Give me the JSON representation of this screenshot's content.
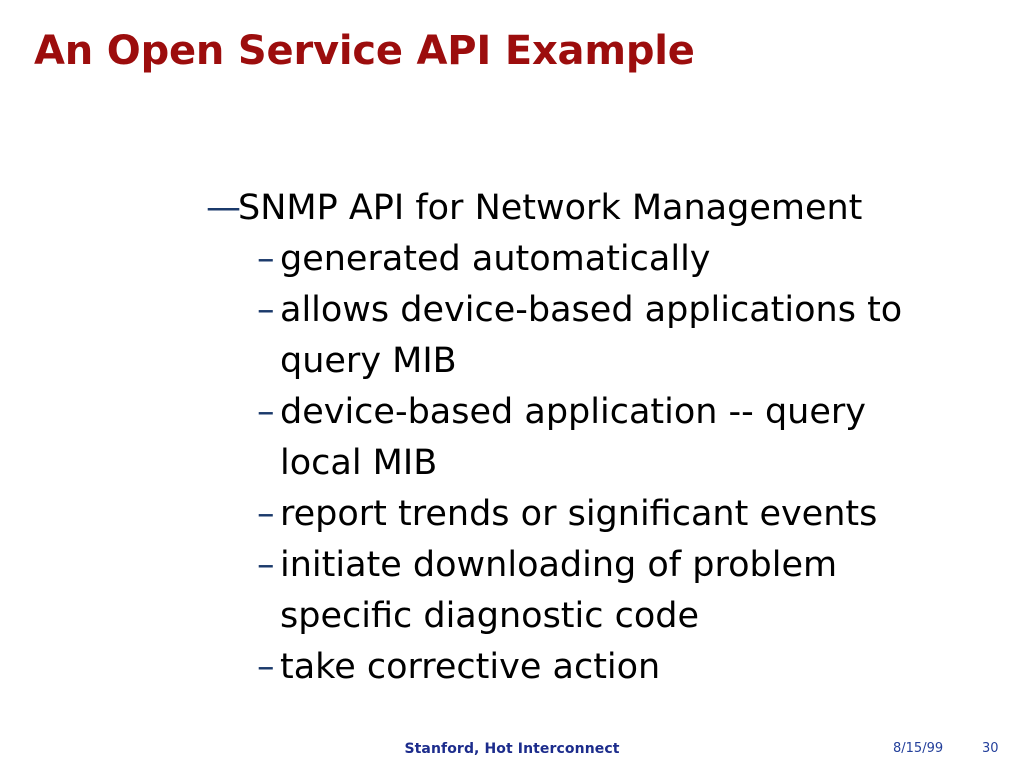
{
  "slide": {
    "title": "An Open Service API Example",
    "title_color": "#9C0D0D",
    "background_color": "#ffffff",
    "marker_color": "#1B3A6B",
    "body_text_color": "#000000"
  },
  "body": {
    "items": [
      {
        "level": 1,
        "marker": "—",
        "text": "SNMP API for Network Management"
      },
      {
        "level": 2,
        "marker": "–",
        "text": "generated automatically"
      },
      {
        "level": 2,
        "marker": "–",
        "text": "allows device-based applications to query MIB"
      },
      {
        "level": 2,
        "marker": "–",
        "text": "device-based application -- query local MIB"
      },
      {
        "level": 2,
        "marker": "–",
        "text": "report trends or significant events"
      },
      {
        "level": 2,
        "marker": "–",
        "text": "initiate downloading of problem specific diagnostic code"
      },
      {
        "level": 2,
        "marker": "–",
        "text": "take corrective action"
      }
    ]
  },
  "footer": {
    "center_label": "Stanford, Hot Interconnect",
    "date": "8/15/99",
    "page_number": "30",
    "text_color": "#1C2C8C"
  }
}
